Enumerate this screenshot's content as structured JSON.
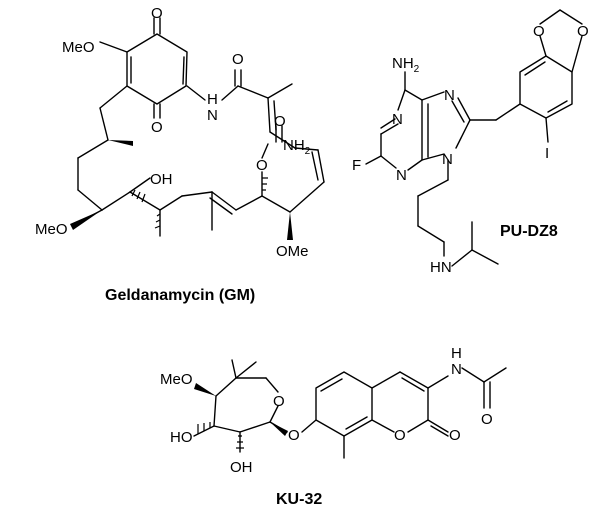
{
  "molecules": {
    "gm": {
      "caption": "Geldanamycin (GM)",
      "labels": {
        "o_top": "O",
        "meo_top": "MeO",
        "o_quinone_low": "O",
        "nh_amide_n": "N",
        "nh_amide_h": "H",
        "o_amide": "O",
        "oh": "OH",
        "o_carb_o": "O",
        "o_carb_eq": "O",
        "nh2": "NH",
        "nh2_sub": "2",
        "meo_left": "MeO",
        "ome_bottom": "OMe"
      }
    },
    "pu": {
      "caption": "PU-DZ8",
      "labels": {
        "nh2": "NH",
        "nh2_sub": "2",
        "n1": "N",
        "n3": "N",
        "n7": "N",
        "n9": "N",
        "f": "F",
        "i": "I",
        "o1": "O",
        "o2": "O",
        "hn": "HN"
      }
    },
    "ku": {
      "caption": "KU-32",
      "labels": {
        "meo": "MeO",
        "o_ring": "O",
        "o_link": "O",
        "ho1": "HO",
        "oh2": "OH",
        "o_lactone": "O",
        "o_carbonyl": "O",
        "nh_h": "H",
        "nh_n": "N",
        "o_acetyl": "O"
      }
    }
  }
}
